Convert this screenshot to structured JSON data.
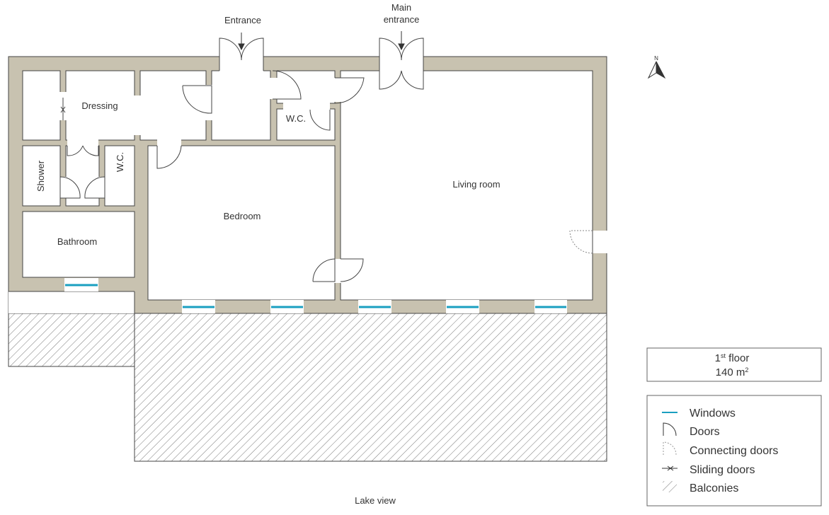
{
  "labels": {
    "entrance": "Entrance",
    "main_entrance_line1": "Main",
    "main_entrance_line2": "entrance",
    "dressing": "Dressing",
    "wc_top": "W.C.",
    "shower": "Shower",
    "wc_side": "W.C.",
    "bathroom": "Bathroom",
    "bedroom": "Bedroom",
    "living_room": "Living room",
    "lake_view": "Lake view",
    "north": "N"
  },
  "info": {
    "floor_number": "1",
    "floor_suffix": "st",
    "floor_word": " floor",
    "area_value": "140 m",
    "area_unit_exp": "2"
  },
  "legend": {
    "windows": "Windows",
    "doors": "Doors",
    "connecting_doors": "Connecting doors",
    "sliding_doors": "Sliding doors",
    "balconies": "Balconies"
  },
  "colors": {
    "wall": "#c8c2b0",
    "window": "#1a9fc0",
    "line": "#333333",
    "hatch": "#555555",
    "legend_border": "#666666"
  }
}
